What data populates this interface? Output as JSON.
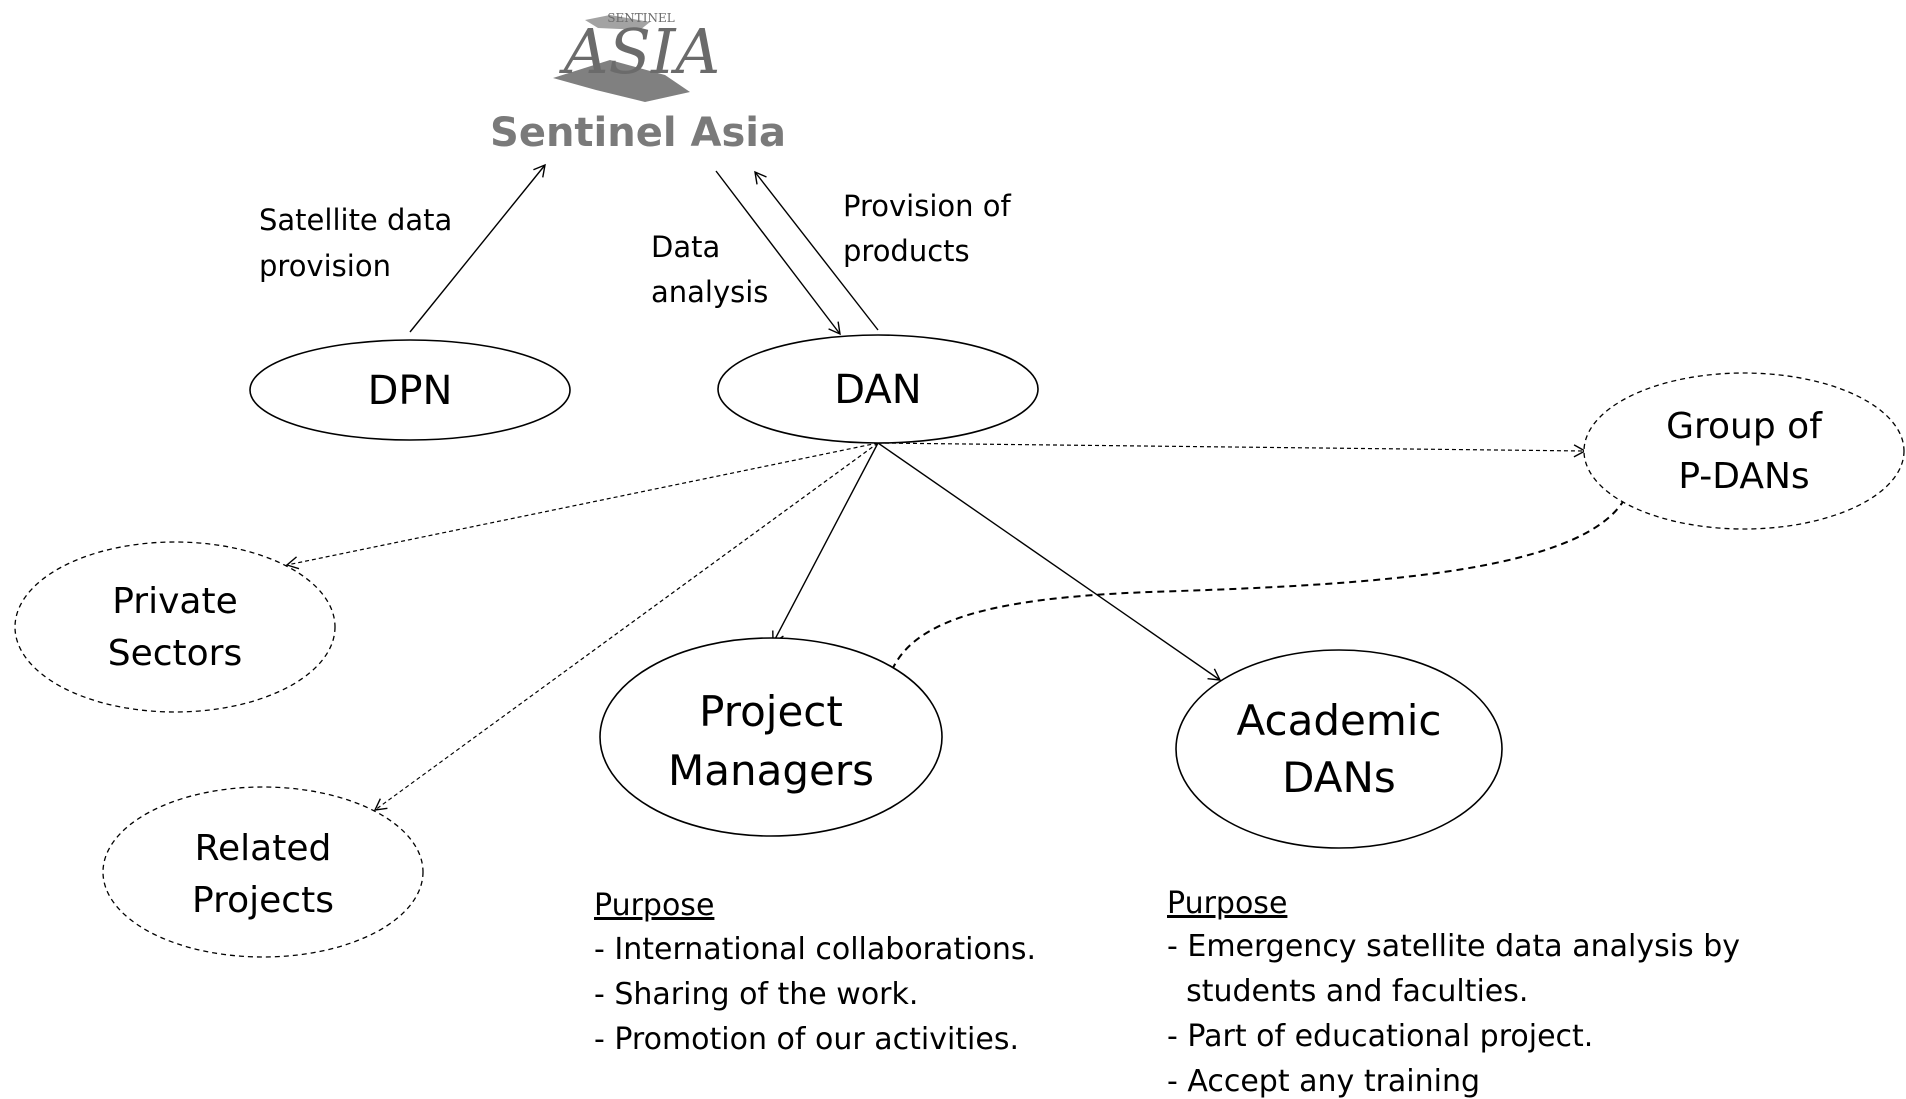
{
  "logo": {
    "top_text": "SENTINEL",
    "mark_text": "ASIA",
    "name": "Sentinel Asia"
  },
  "nodes": {
    "dpn": "DPN",
    "dan": "DAN",
    "group_pdans": [
      "Group of",
      "P-DANs"
    ],
    "private_sectors": [
      "Private",
      "Sectors"
    ],
    "project_managers": [
      "Project",
      "Managers"
    ],
    "academic_dans": [
      "Academic",
      "DANs"
    ],
    "related_projects": [
      "Related",
      "Projects"
    ]
  },
  "edge_labels": {
    "satellite_data_provision": [
      "Satellite data",
      "provision"
    ],
    "data_analysis": [
      "Data",
      "analysis"
    ],
    "provision_of_products": [
      "Provision of",
      "products"
    ]
  },
  "project_managers_purpose": {
    "heading": "Purpose",
    "items": [
      "- International collaborations.",
      "- Sharing of the work.",
      "- Promotion of our activities."
    ]
  },
  "academic_dans_purpose": {
    "heading": "Purpose",
    "lines": [
      "- Emergency satellite data analysis by",
      "  students and faculties.",
      "- Part of educational project.",
      "- Accept any training"
    ]
  }
}
